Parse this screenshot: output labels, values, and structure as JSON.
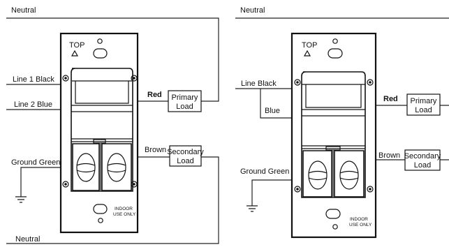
{
  "left": {
    "neutral_top": "Neutral",
    "neutral_bottom": "Neutral",
    "line1": "Line 1  Black",
    "line2": "Line 2  Blue",
    "ground": "Ground Green",
    "top_label": "TOP",
    "red": "Red",
    "brown": "Brown",
    "primary_line1": "Primary",
    "primary_line2": "Load",
    "secondary_line1": "Secondary",
    "secondary_line2": "Load",
    "indoor_line1": "INDOOR",
    "indoor_line2": "USE ONLY"
  },
  "right": {
    "neutral_top": "Neutral",
    "line": "Line  Black",
    "blue": "Blue",
    "ground": "Ground Green",
    "top_label": "TOP",
    "red": "Red",
    "brown": "Brown",
    "primary_line1": "Primary",
    "primary_line2": "Load",
    "secondary_line1": "Secondary",
    "secondary_line2": "Load",
    "indoor_line1": "INDOOR",
    "indoor_line2": "USE ONLY"
  }
}
